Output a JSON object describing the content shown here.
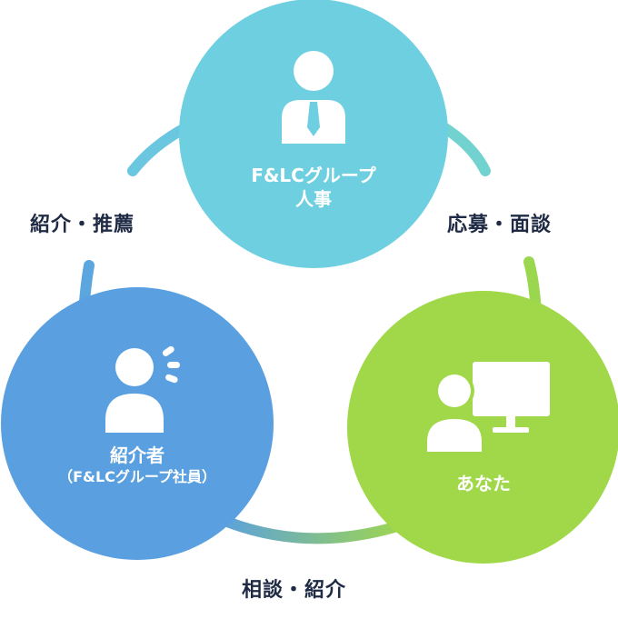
{
  "nodes": {
    "hr": {
      "line1": "F&LCグループ",
      "line2": "人事",
      "color": "#6dcfdf"
    },
    "referrer": {
      "line1": "紹介者",
      "line2": "（F&LCグループ社員）",
      "color": "#5aa0e0"
    },
    "you": {
      "label": "あなた",
      "color": "#a0d84a"
    }
  },
  "edges": {
    "left": "紹介・推薦",
    "right": "応募・面談",
    "bottom": "相談・紹介"
  }
}
